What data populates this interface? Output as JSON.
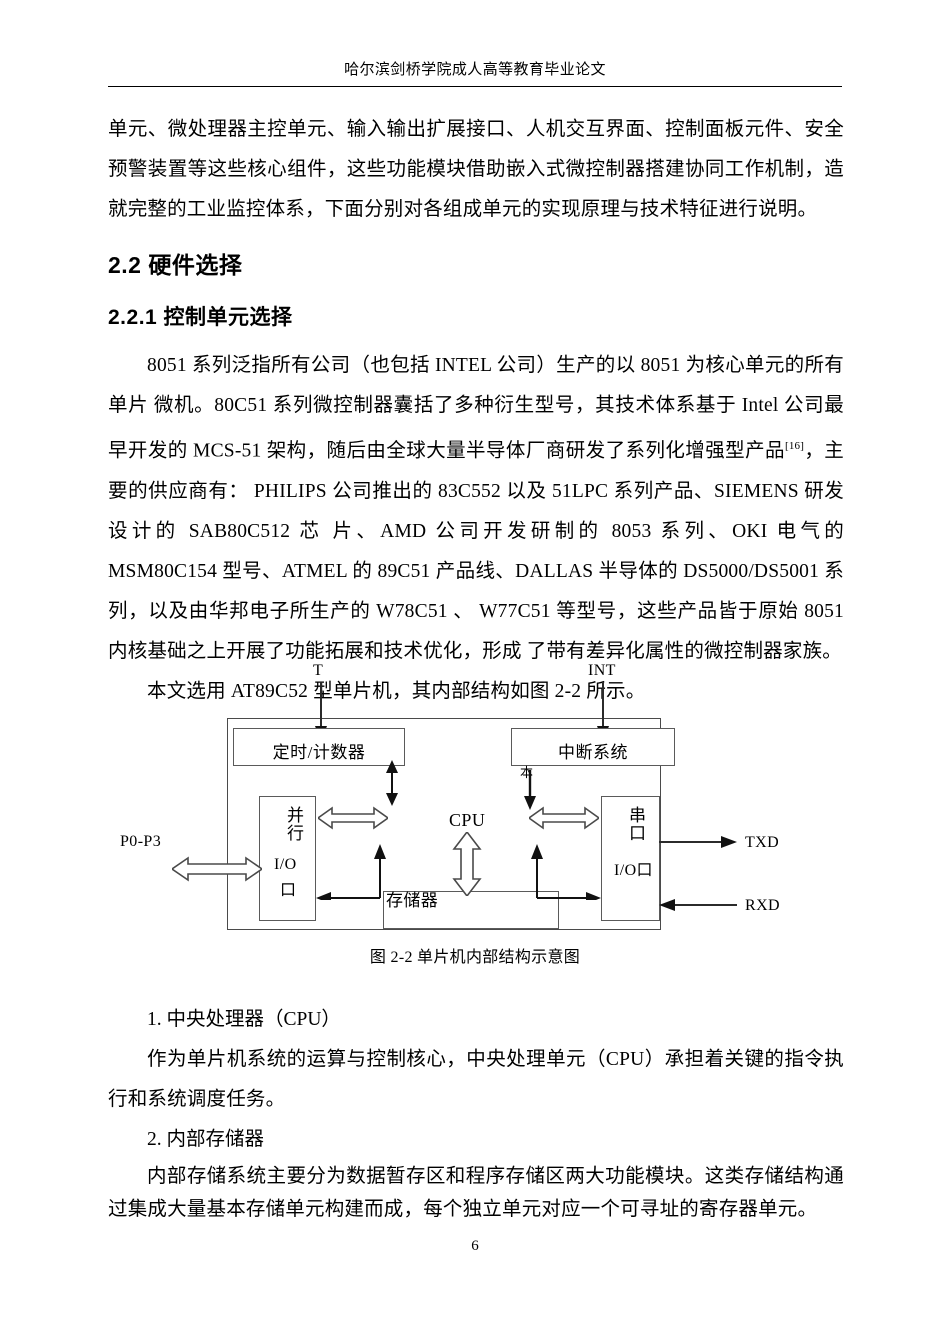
{
  "page": {
    "header": "哈尔滨剑桥学院成人高等教育毕业论文",
    "number": "6"
  },
  "content": {
    "intro_paragraph": "单元、微处理器主控单元、输入输出扩展接口、人机交互界面、控制面板元件、安全预警装置等这些核心组件，这些功能模块借助嵌入式微控制器搭建协同工作机制，造就完整的工业监控体系，下面分别对各组成单元的实现原理与技术特征进行说明。",
    "heading_2_2": "2.2 硬件选择",
    "heading_2_2_1": "2.2.1 控制单元选择",
    "para_8051_a": "8051 系列泛指所有公司（也包括 INTEL 公司）生产的以 8051 为核心单元的所有单片 微机。80C51 系列微控制器囊括了多种衍生型号，其技术体系基于 Intel 公司最早开发的 MCS‑51 架构，随后由全球大量半导体厂商研发了系列化增强型产品",
    "para_8051_cite": "[16]",
    "para_8051_b": "，主要的供应商有： PHILIPS 公司推出的 83C552 以及 51LPC 系列产品、SIEMENS 研发设计的 SAB80C512 芯 片、AMD 公司开发研制的 8053 系列、OKI 电气的 MSM80C154 型号、ATMEL 的 89C51 产品线、DALLAS 半导体的 DS5000/DS5001 系列，以及由华邦电子所生产的 W78C51 、 W77C51 等型号，这些产品皆于原始 8051 内核基础之上开展了功能拓展和技术优化，形成 了带有差异化属性的微控制器家族。",
    "para_at89c52": "本文选用 AT89C52 型单片机，其内部结构如图 2-2 所示。",
    "figure_caption": "图 2-2  单片机内部结构示意图",
    "item_1_title": "1. 中央处理器（CPU）",
    "item_1_body": "作为单片机系统的运算与控制核心，中央处理单元（CPU）承担着关键的指令执行和系统调度任务。",
    "item_2_title": "2. 内部存储器",
    "item_2_body": "内部存储系统主要分为数据暂存区和程序存储区两大功能模块。这类存储结构通过集成大量基本存储单元构建而成，每个独立单元对应一个可寻址的寄存器单元。"
  },
  "diagram": {
    "external_labels": {
      "timer_input": "T",
      "interrupt_input": "INT",
      "parallel_port": "P0-P3",
      "serial_tx": "TXD",
      "serial_rx": "RXD"
    },
    "blocks": {
      "timer_counter": "定时/计数器",
      "interrupt_system": "中断系统",
      "parallel_io": "并行",
      "parallel_io_2": "I/O",
      "parallel_io_3": "口",
      "serial_io": "串口",
      "serial_io_2": "I/O口",
      "cpu": "CPU",
      "memory": "存储器",
      "stray_glyph": "本"
    }
  }
}
